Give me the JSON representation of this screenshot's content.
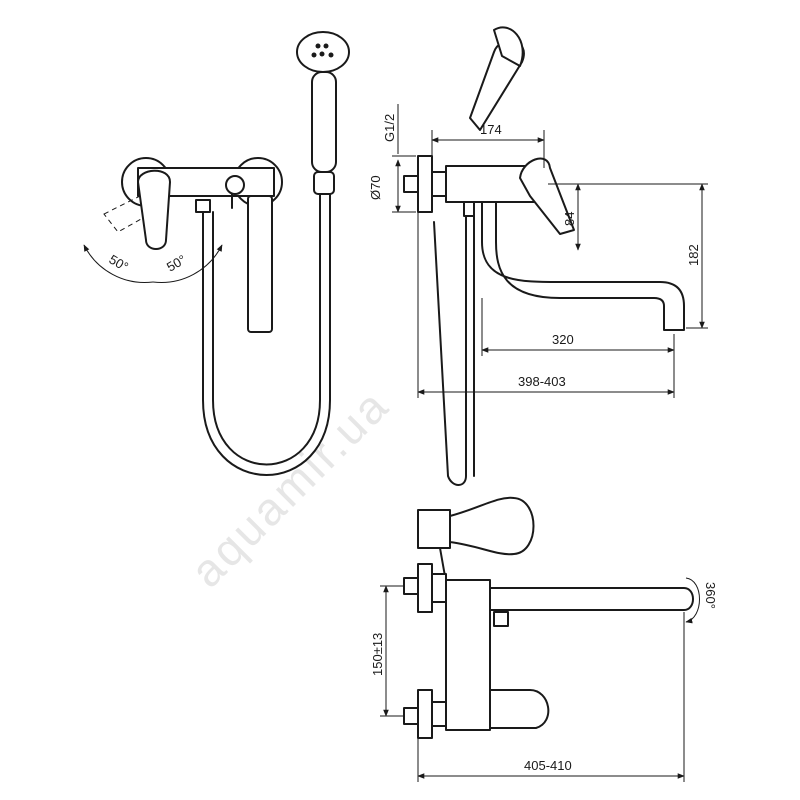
{
  "watermark": "aquamir.ua",
  "dimensions": {
    "angle_left": "50°",
    "angle_right": "50°",
    "thread": "G1/2",
    "diameter": "Ø70",
    "width_174": "174",
    "height_84": "84",
    "height_182": "182",
    "spout_320": "320",
    "reach_398_403": "398-403",
    "rotation": "360°",
    "centers": "150±13",
    "overall_405_410": "405-410"
  },
  "colors": {
    "line": "#1a1a1a",
    "background": "#ffffff",
    "watermark": "#e6e6e6"
  }
}
